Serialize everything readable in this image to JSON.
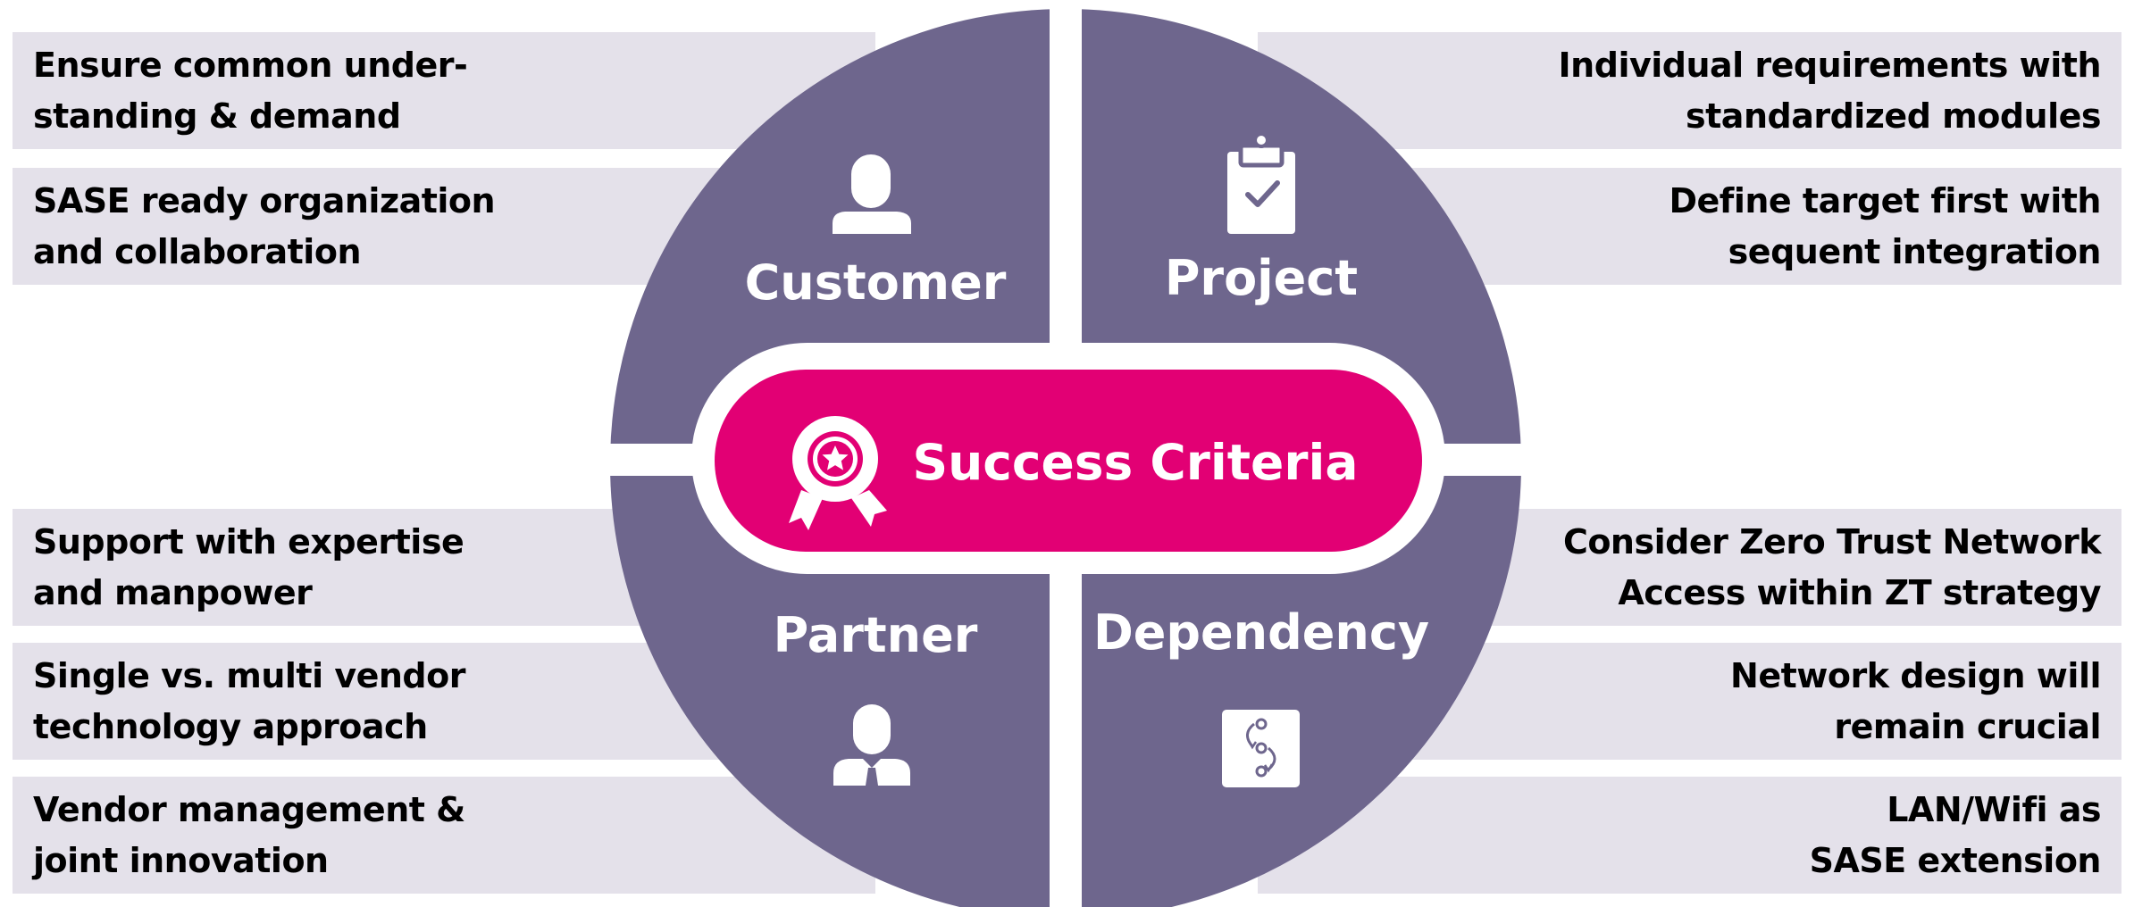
{
  "left_items": [
    {
      "line1": "Ensure common under-",
      "line2": "standing & demand"
    },
    {
      "line1": "SASE ready organization",
      "line2": "and collaboration"
    },
    {
      "line1": "Support with expertise",
      "line2": "and manpower"
    },
    {
      "line1": "Single vs. multi vendor",
      "line2": "technology approach"
    },
    {
      "line1": "Vendor management &",
      "line2": "joint innovation"
    }
  ],
  "right_items": [
    {
      "line1": "Individual requirements with",
      "line2": "standardized modules"
    },
    {
      "line1": "Define target first with",
      "line2": "sequent integration"
    },
    {
      "line1": "Consider Zero Trust Network",
      "line2": "Access within ZT strategy"
    },
    {
      "line1": "Network design will",
      "line2": "remain crucial"
    },
    {
      "line1": "LAN/Wifi as",
      "line2": "SASE extension"
    }
  ],
  "quadrants": {
    "top_left": {
      "label": "Customer",
      "icon": "person-icon"
    },
    "top_right": {
      "label": "Project",
      "icon": "clipboard-check-icon"
    },
    "bottom_left": {
      "label": "Partner",
      "icon": "businessman-icon"
    },
    "bottom_right": {
      "label": "Dependency",
      "icon": "process-flow-icon"
    }
  },
  "center": {
    "label": "Success Criteria",
    "icon": "award-badge-icon"
  },
  "colors": {
    "quadrant": "#6e668d",
    "center": "#e20074",
    "bar": "#e4e1ea",
    "text": "#000000"
  }
}
